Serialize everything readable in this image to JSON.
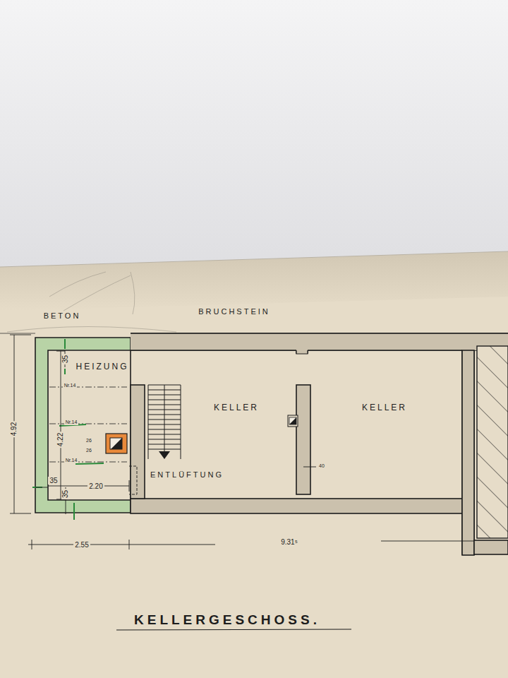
{
  "diagram": {
    "title": "KELLERGESCHOSS.",
    "nodes": [
      {
        "text": [
          "HEIZUNG"
        ]
      },
      {
        "text": [
          "KELLER"
        ]
      },
      {
        "text": [
          "KELLER"
        ]
      }
    ],
    "labels": [
      "BETON",
      "BRUCHSTEIN",
      "35",
      "Nr.14",
      "Nr.14",
      "4.22",
      "26",
      "26",
      "Nr.14",
      "35",
      "35",
      "2.20",
      "ENTLÜFTUNG",
      "40",
      "4.92",
      "2.55",
      "9.31⁵"
    ]
  }
}
